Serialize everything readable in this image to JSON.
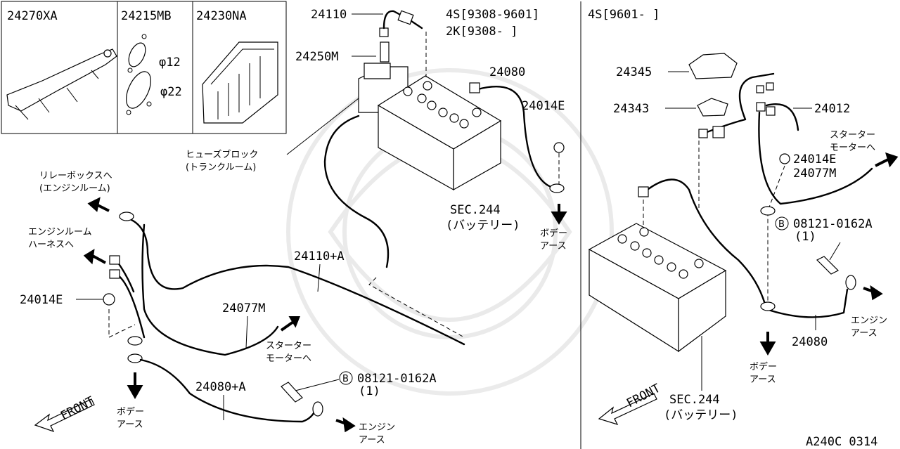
{
  "header": {
    "parts": [
      "24270XA",
      "24215MB",
      "24230NA"
    ],
    "dia_12": "φ12",
    "dia_22": "φ22"
  },
  "left": {
    "labels": {
      "p24110": "24110",
      "p24250M": "24250M",
      "p24080": "24080",
      "p24014E_top": "24014E",
      "p24110A": "24110+A",
      "p24014E_left": "24014E",
      "p24077M": "24077M",
      "p24080A": "24080+A",
      "bolt": "08121-0162A",
      "bolt_qty": "(1)",
      "bolt_mark": "B"
    },
    "variants": [
      "4S[9308-9601]",
      "2K[9308-      ]"
    ],
    "fuse_block": [
      "ヒューズブロック",
      "(トランクルーム)"
    ],
    "relay_box": [
      "リレーボックスへ",
      "(エンジンルーム)"
    ],
    "engine_harness": [
      "エンジンルーム",
      "ハーネスへ"
    ],
    "battery_ref": [
      "SEC.244",
      "(バッテリー)"
    ],
    "body_earth_top": [
      "ボデー",
      "アース"
    ],
    "starter": [
      "スターター",
      "モーターへ"
    ],
    "body_earth_bottom": [
      "ボデー",
      "アース"
    ],
    "engine_earth": [
      "エンジン",
      "アース"
    ],
    "front": "FRONT"
  },
  "right": {
    "variant": "4S[9601-      ]",
    "labels": {
      "p24345": "24345",
      "p24343": "24343",
      "p24012": "24012",
      "p24014E": "24014E",
      "p24077M": "24077M",
      "bolt": "08121-0162A",
      "bolt_qty": "(1)",
      "bolt_mark": "B",
      "p24080": "24080"
    },
    "starter": [
      "スターター",
      "モーターへ"
    ],
    "body_earth": [
      "ボデー",
      "アース"
    ],
    "engine_earth": [
      "エンジン",
      "アース"
    ],
    "battery_ref": [
      "SEC.244",
      "(バッテリー)"
    ],
    "front": "FRONT"
  },
  "footer": {
    "code": "A240C 0314"
  }
}
